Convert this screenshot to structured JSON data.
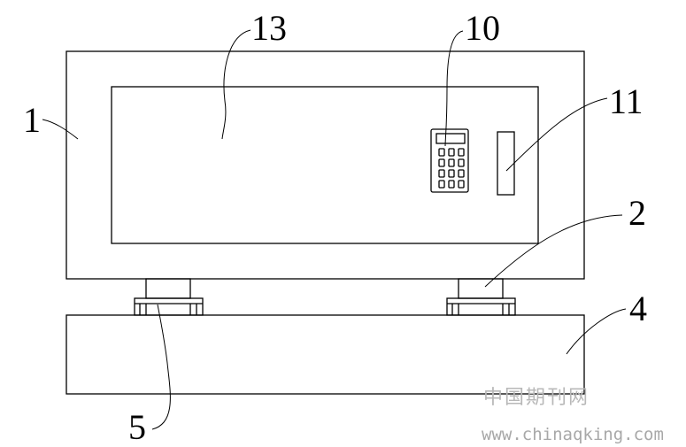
{
  "labels": {
    "main_body": "1",
    "support_column": "2",
    "base": "4",
    "connector": "5",
    "keypad": "10",
    "slot": "11",
    "door_panel": "13"
  },
  "watermark": {
    "cn": "中国期刊网",
    "url": "www.chinaqking.com"
  }
}
